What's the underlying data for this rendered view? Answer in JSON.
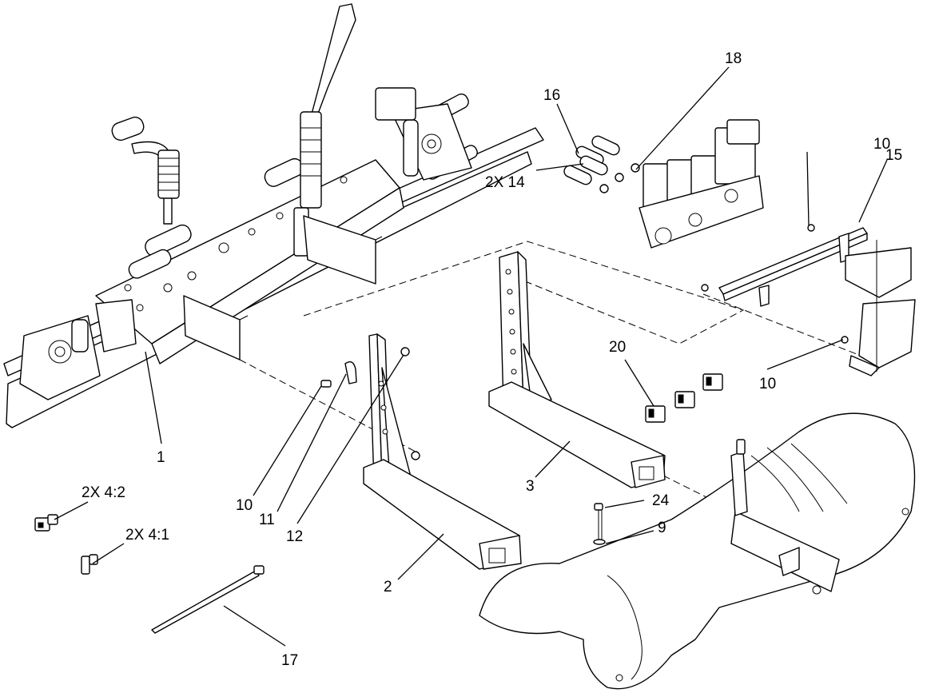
{
  "callouts": {
    "c1": "1",
    "c2": "2",
    "c3": "3",
    "c4_2": "2X 4:2",
    "c4_1": "2X 4:1",
    "c9": "9",
    "c10_a": "10",
    "c10_b": "10",
    "c10_c": "10",
    "c11": "11",
    "c12": "12",
    "c14": "2X 14",
    "c15": "15",
    "c16": "16",
    "c17": "17",
    "c18": "18",
    "c20": "20",
    "c24": "24"
  }
}
